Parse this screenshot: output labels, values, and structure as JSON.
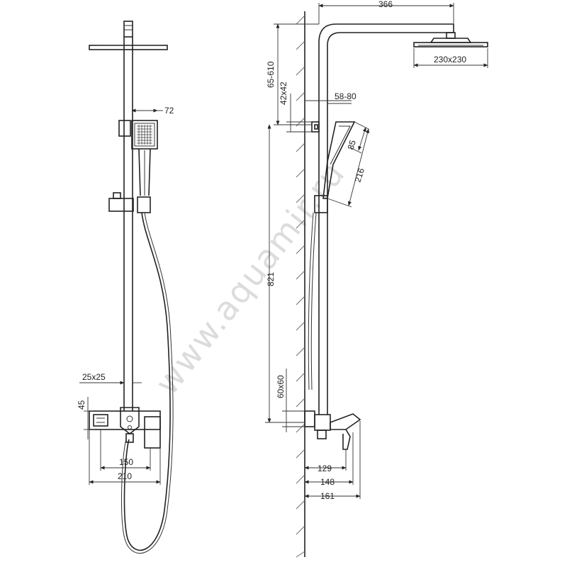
{
  "watermark": "www.aquamir.ru",
  "front_view": {
    "dimensions": {
      "hand_shower_arm": "72",
      "rail_section": "25x25",
      "mixer_height": "45",
      "mixer_width_inner": "150",
      "mixer_width_outer": "210"
    }
  },
  "side_view": {
    "dimensions": {
      "arm_length": "366",
      "head_size": "230x230",
      "height_adjust": "65-610",
      "holder_size": "42x42",
      "wall_offset": "58-80",
      "hand_shower_width": "85",
      "hand_shower_length": "216",
      "rail_length": "821",
      "mixer_block": "60x60",
      "depth_1": "129",
      "depth_2": "148",
      "depth_3": "161"
    }
  }
}
